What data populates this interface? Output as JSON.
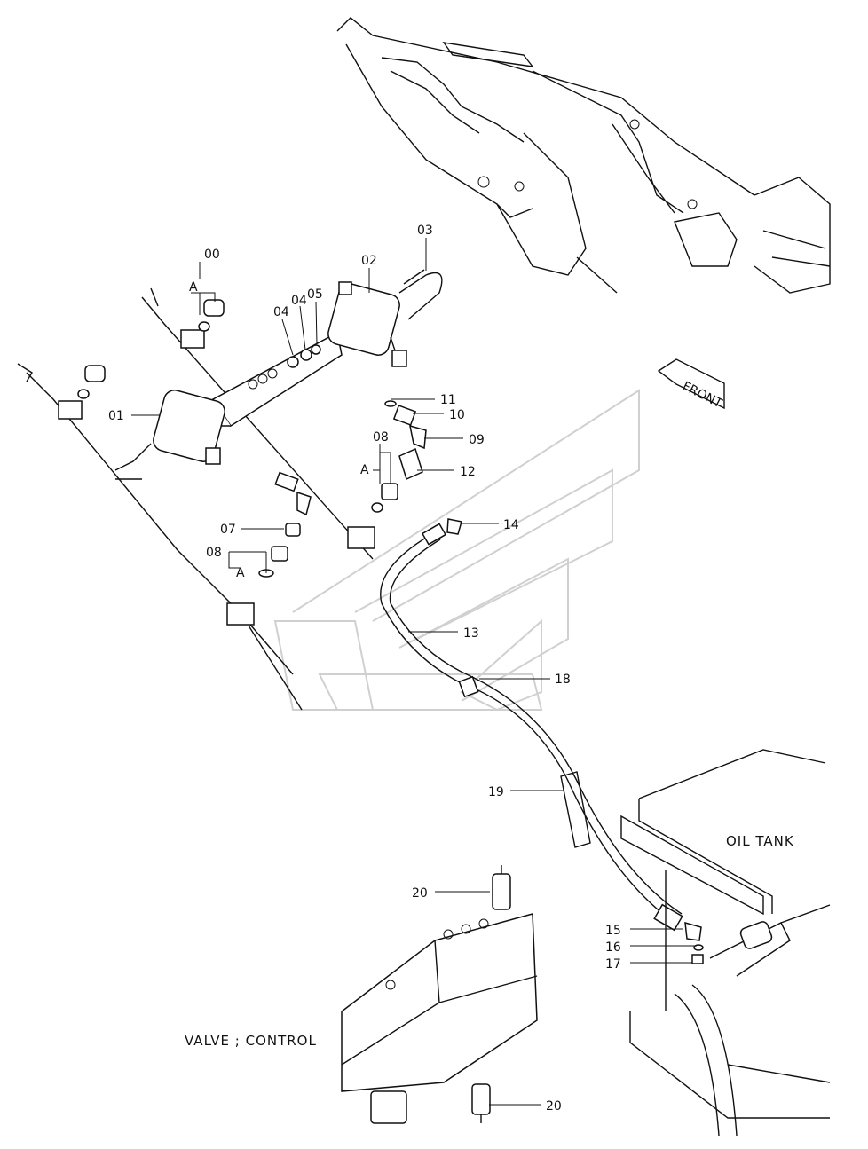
{
  "callouts": {
    "c00": "00",
    "c01": "01",
    "c02": "02",
    "c03": "03",
    "c04a": "04",
    "c04b": "04",
    "c05": "05",
    "c07": "07",
    "c08a": "08",
    "c08b": "08",
    "c09": "09",
    "c10": "10",
    "c11": "11",
    "c12": "12",
    "c13": "13",
    "c14": "14",
    "c15": "15",
    "c16": "16",
    "c17": "17",
    "c18": "18",
    "c19": "19",
    "c20a": "20",
    "c20b": "20",
    "ca1": "A",
    "ca2": "A",
    "ca3": "A"
  },
  "labels": {
    "front": "FRONT",
    "oil_tank": "OIL TANK",
    "control_valve": "VALVE ; CONTROL"
  }
}
